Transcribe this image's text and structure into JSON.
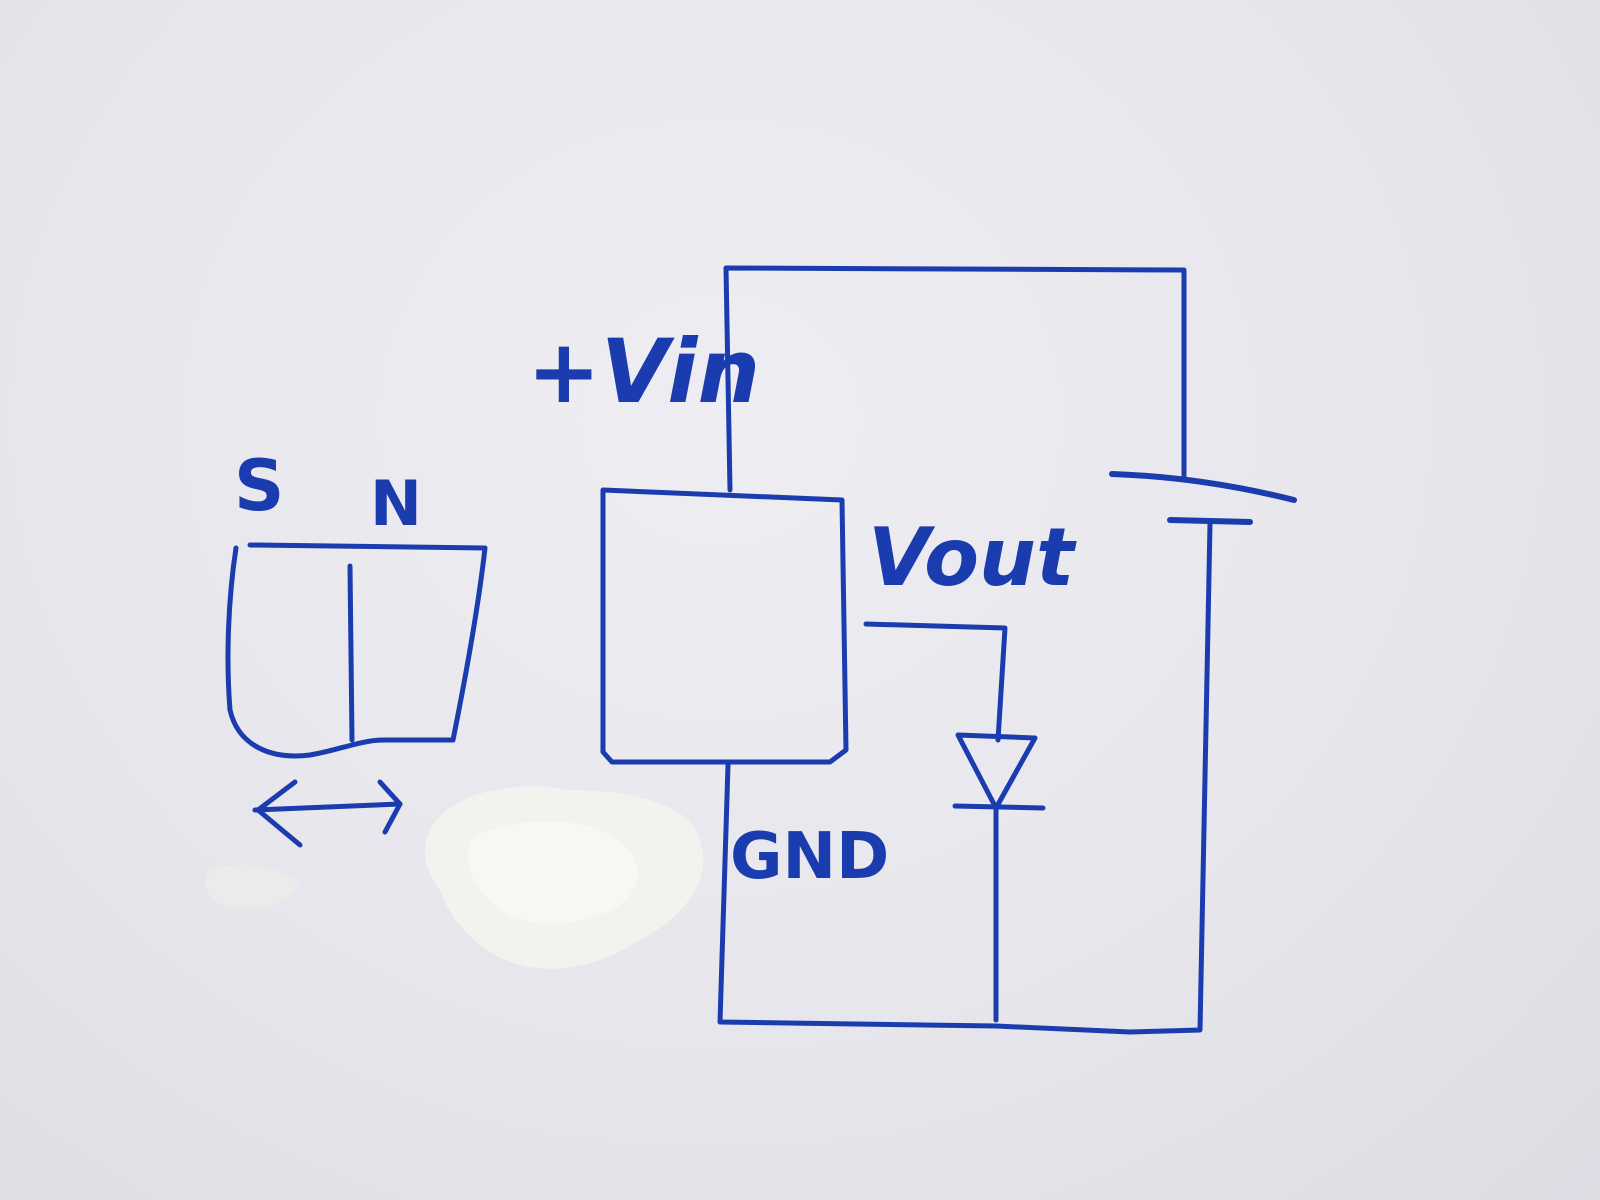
{
  "labels": {
    "south_pole": "S",
    "north_pole": "N",
    "supply": "+Vin",
    "output": "Vout",
    "ground": "GND"
  },
  "colors": {
    "ink": "#1b3cae",
    "paper": "#e6e6ec",
    "glue": "#f1f3ee"
  }
}
